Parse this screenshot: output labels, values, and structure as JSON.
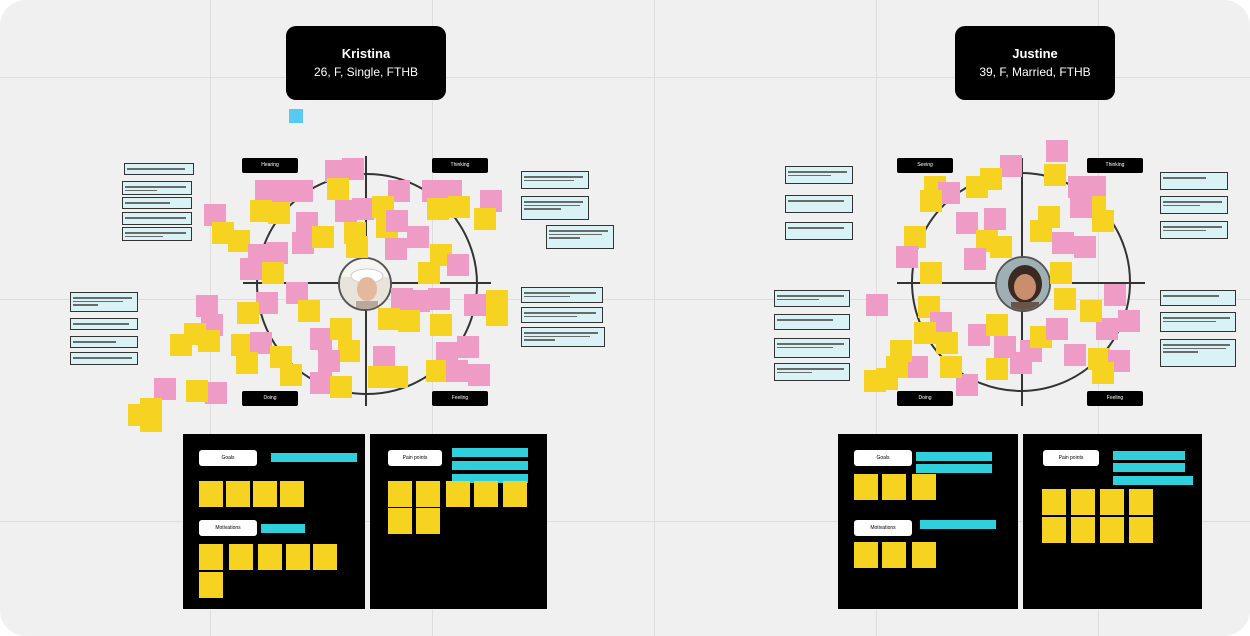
{
  "personas": [
    {
      "name": "Kristina",
      "description": "26, F, Single, FTHB",
      "quadrants": [
        "Hearing",
        "Thinking",
        "Doing",
        "Feeling"
      ],
      "avatar_icon": "person-avatar",
      "panels": [
        {
          "sections": [
            "Goals",
            "Motivations"
          ]
        },
        {
          "sections": [
            "Pain points"
          ]
        }
      ]
    },
    {
      "name": "Justine",
      "description": "39, F, Married, FTHB",
      "quadrants": [
        "Seeing",
        "Thinking",
        "Doing",
        "Feeling"
      ],
      "avatar_icon": "person-avatar",
      "panels": [
        {
          "sections": [
            "Goals",
            "Motivations"
          ]
        },
        {
          "sections": [
            "Pain points"
          ]
        }
      ]
    }
  ],
  "colors": {
    "board_bg": "#f0f0f0",
    "sticky_yellow": "#f5d320",
    "sticky_pink": "#ee9cc6",
    "note_cyan": "#d9f2f5",
    "strip_cyan": "#2fd0dc",
    "selection_blue": "#57c9f3"
  }
}
